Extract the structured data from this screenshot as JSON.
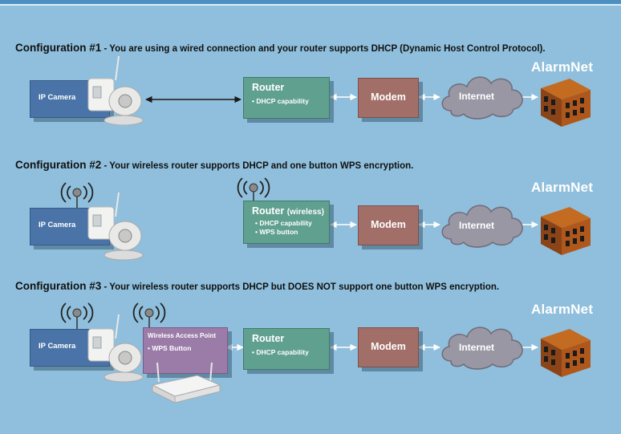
{
  "configs": [
    {
      "label": "Configuration #1",
      "description": " - You are using a wired connection and your router supports DHCP (Dynamic Host Control Protocol).",
      "camera_label": "IP Camera",
      "router": {
        "title": "Router",
        "title_suffix": "",
        "bullets": [
          "• DHCP capability"
        ]
      },
      "modem_label": "Modem",
      "internet_label": "Internet",
      "alarmnet_label": "AlarmNet"
    },
    {
      "label": "Configuration #2",
      "description": " - Your wireless router supports DHCP and one button WPS encryption.",
      "camera_label": "IP Camera",
      "router": {
        "title": "Router",
        "title_suffix": "(wireless)",
        "bullets": [
          "• DHCP capability",
          "• WPS button"
        ]
      },
      "modem_label": "Modem",
      "internet_label": "Internet",
      "alarmnet_label": "AlarmNet"
    },
    {
      "label": "Configuration #3",
      "description": " - Your wireless router supports DHCP but DOES NOT support one button WPS encryption.",
      "camera_label": "IP Camera",
      "wap": {
        "title": "Wireless Access Point",
        "bullet": "• WPS Button"
      },
      "router": {
        "title": "Router",
        "title_suffix": "",
        "bullets": [
          "• DHCP capability"
        ]
      },
      "modem_label": "Modem",
      "internet_label": "Internet",
      "alarmnet_label": "AlarmNet"
    }
  ],
  "icons": {
    "wireless": "wireless-signal-icon",
    "camera": "ip-camera-device-icon",
    "building": "building-icon",
    "access_point": "access-point-device-icon"
  },
  "colors": {
    "background": "#8fbfdc",
    "camera_box": "#4a74a8",
    "router_box": "#5fa08e",
    "modem_box": "#a26e68",
    "wap_box": "#9b7ca8"
  }
}
